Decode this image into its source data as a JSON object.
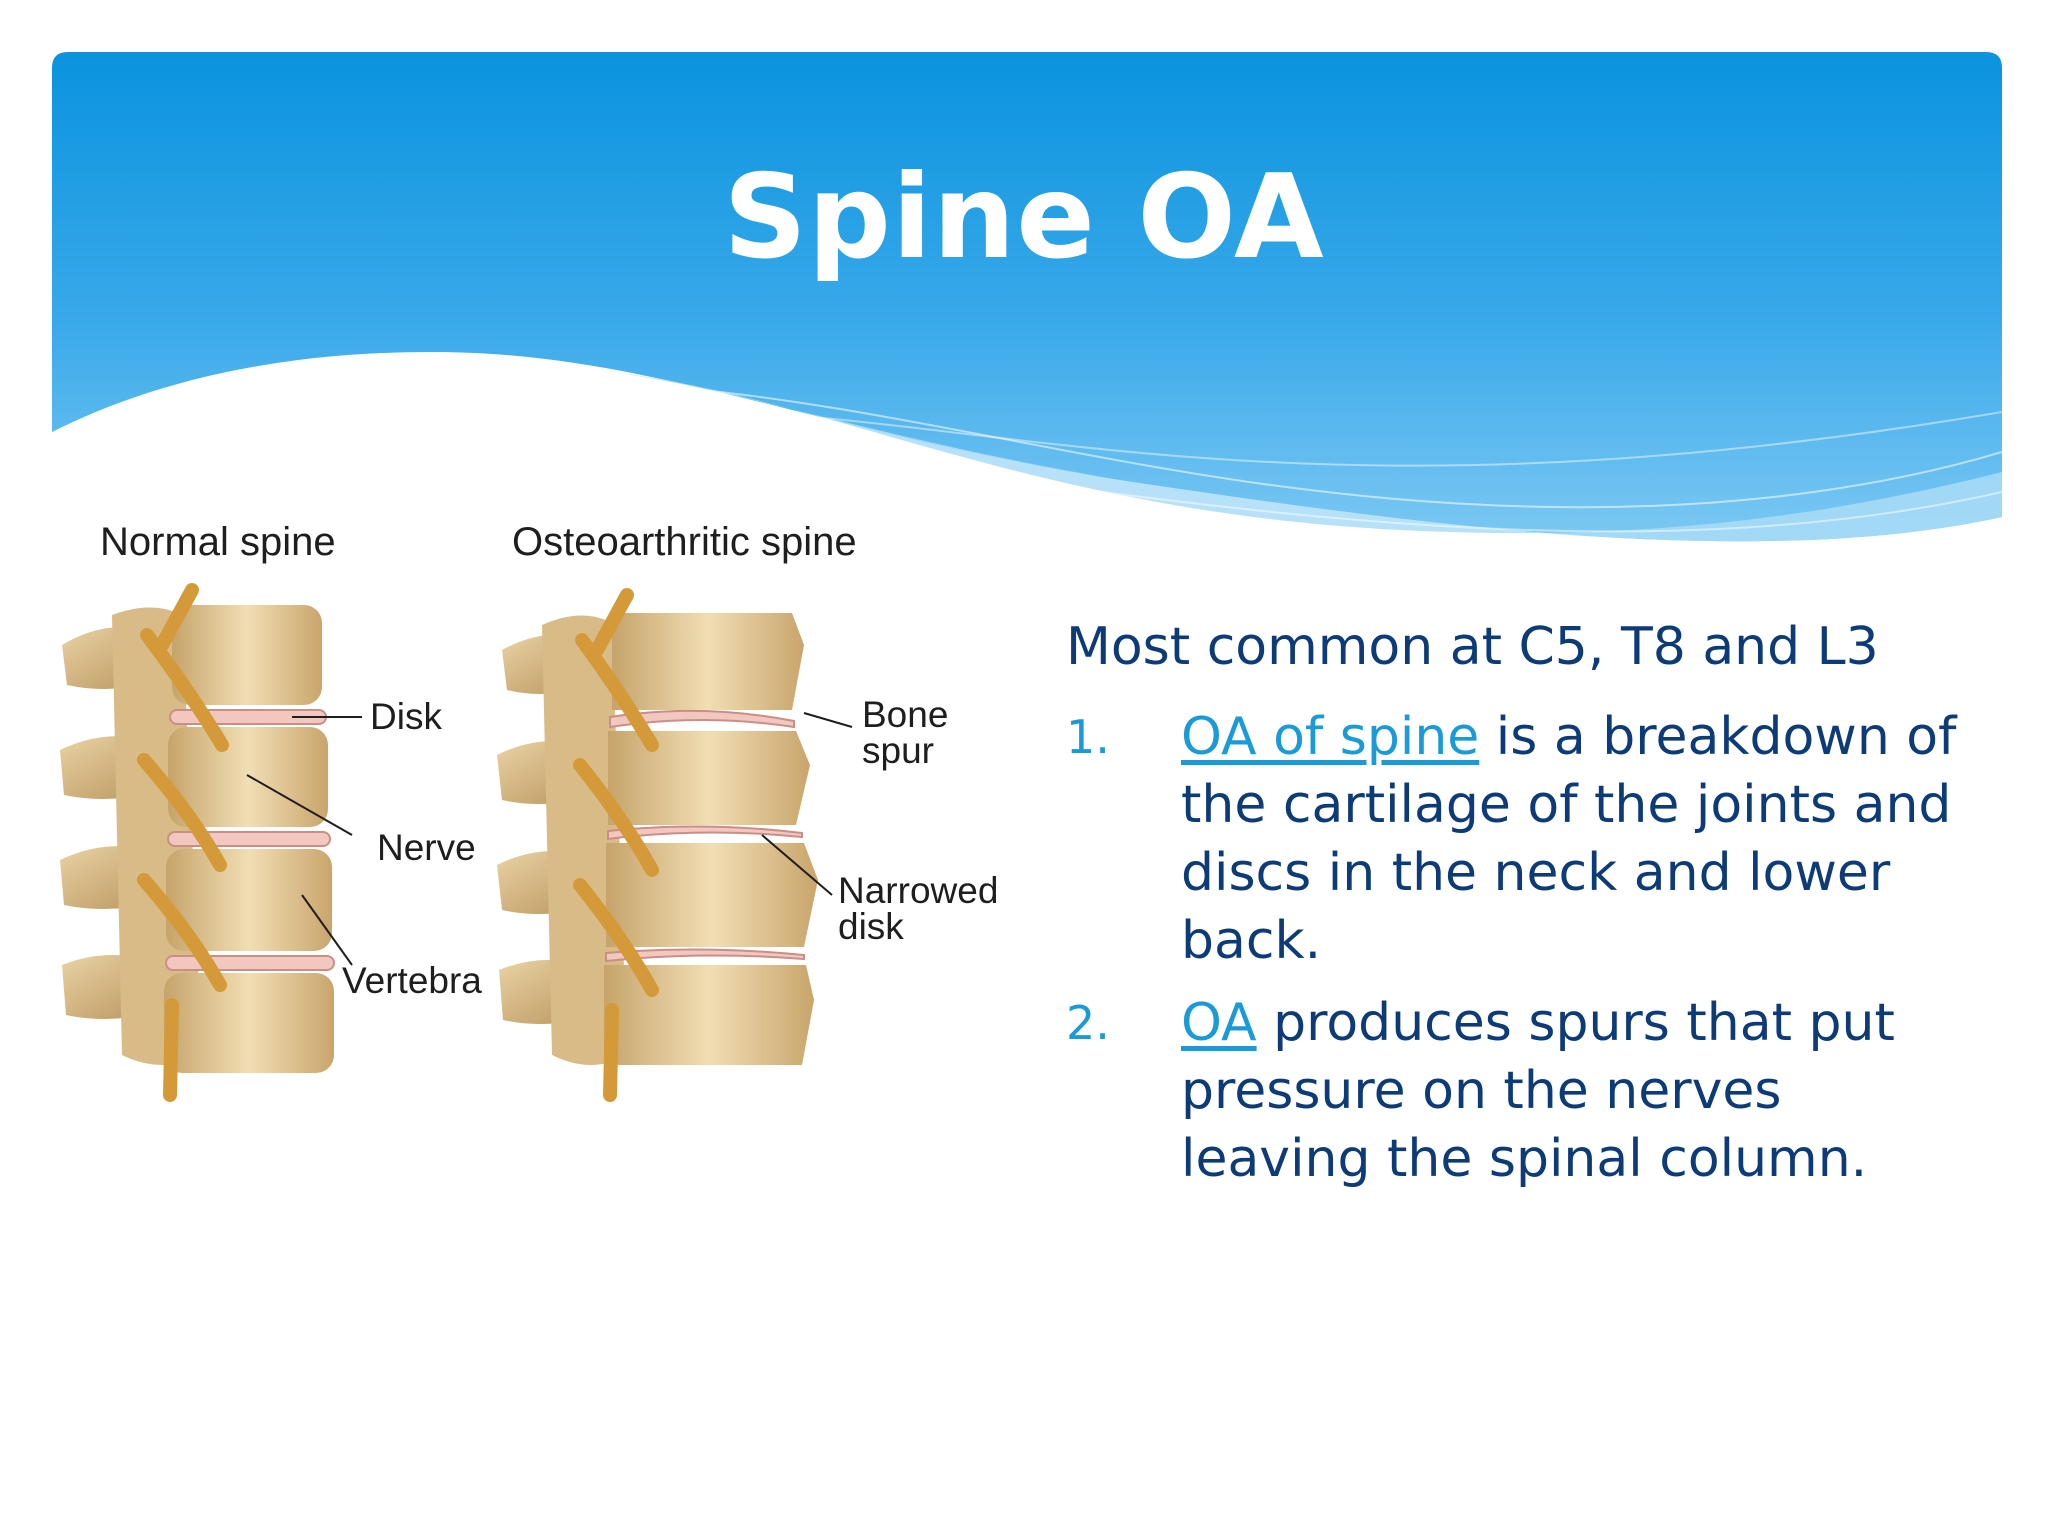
{
  "slide": {
    "title": "Spine OA"
  },
  "figure": {
    "normal_caption": "Normal spine",
    "oa_caption": "Osteoarthritic spine",
    "labels": {
      "disk": "Disk",
      "nerve": "Nerve",
      "vertebra": "Vertebra",
      "bone_spur_1": "Bone",
      "bone_spur_2": "spur",
      "narrowed_1": "Narrowed",
      "narrowed_2": "disk"
    }
  },
  "content": {
    "lead": "Most common at C5, T8 and L3",
    "items": [
      {
        "number": "1.",
        "link": "OA of spine",
        "text": " is a breakdown of the cartilage of the joints and discs in the neck and lower back."
      },
      {
        "number": "2.",
        "link": "OA",
        "text": " produces spurs that put pressure on the nerves leaving the spinal column."
      }
    ]
  },
  "colors": {
    "header_top": "#0a93de",
    "header_bottom": "#58b9ef",
    "body_text": "#0d3b78",
    "accent": "#1a9ad6"
  }
}
